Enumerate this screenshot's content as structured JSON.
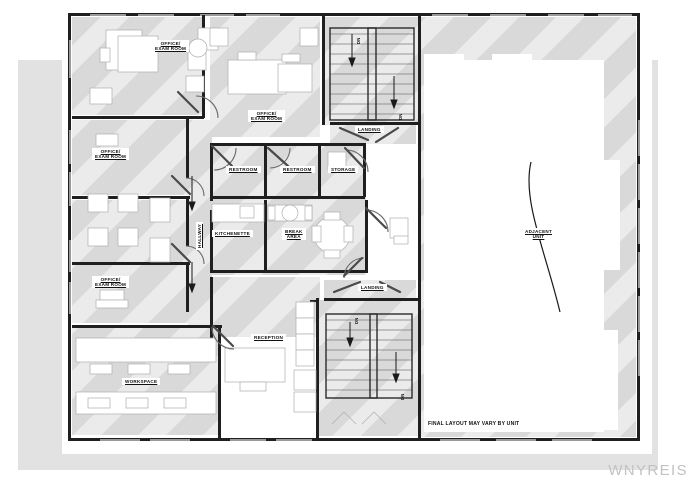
{
  "document": {
    "type": "floor-plan",
    "disclaimer": "FINAL LAYOUT MAY VARY BY UNIT",
    "watermark": "WNYREIS"
  },
  "rooms": [
    {
      "id": "office-exam-1",
      "label": "OFFICE/\nEXAM ROOM",
      "line1": "OFFICE/",
      "line2": "EXAM ROOM"
    },
    {
      "id": "office-exam-2",
      "label": "OFFICE/\nEXAM ROOM",
      "line1": "OFFICE/",
      "line2": "EXAM ROOM"
    },
    {
      "id": "office-exam-3",
      "label": "OFFICE/\nEXAM ROOM",
      "line1": "OFFICE/",
      "line2": "EXAM ROOM"
    },
    {
      "id": "office-exam-4",
      "label": "OFFICE/\nEXAM ROOM",
      "line1": "OFFICE/",
      "line2": "EXAM ROOM"
    },
    {
      "id": "restroom-1",
      "label": "RESTROOM",
      "line1": "RESTROOM",
      "line2": ""
    },
    {
      "id": "restroom-2",
      "label": "RESTROOM",
      "line1": "RESTROOM",
      "line2": ""
    },
    {
      "id": "storage",
      "label": "STORAGE",
      "line1": "STORAGE",
      "line2": ""
    },
    {
      "id": "kitchenette",
      "label": "KITCHENETTE",
      "line1": "KITCHENETTE",
      "line2": ""
    },
    {
      "id": "break-area",
      "label": "BREAK\nAREA",
      "line1": "BREAK",
      "line2": "AREA"
    },
    {
      "id": "reception",
      "label": "RECEPTION",
      "line1": "RECEPTION",
      "line2": ""
    },
    {
      "id": "workspace",
      "label": "WORKSPACE",
      "line1": "WORKSPACE",
      "line2": ""
    },
    {
      "id": "hallway",
      "label": "HALLWAY",
      "line1": "HALLWAY",
      "line2": ""
    },
    {
      "id": "landing-upper",
      "label": "LANDING",
      "line1": "LANDING",
      "line2": ""
    },
    {
      "id": "landing-lower",
      "label": "LANDING",
      "line1": "LANDING",
      "line2": ""
    },
    {
      "id": "adjacent-unit",
      "label": "ADJACENT\nUNIT",
      "line1": "ADJACENT",
      "line2": "UNIT"
    }
  ],
  "labels": {
    "office_exam_1_l1": "OFFICE/",
    "office_exam_1_l2": "EXAM ROOM",
    "office_exam_2_l1": "OFFICE/",
    "office_exam_2_l2": "EXAM ROOM",
    "office_exam_3_l1": "OFFICE/",
    "office_exam_3_l2": "EXAM ROOM",
    "office_exam_4_l1": "OFFICE/",
    "office_exam_4_l2": "EXAM ROOM",
    "restroom_1": "RESTROOM",
    "restroom_2": "RESTROOM",
    "storage": "STORAGE",
    "kitchenette": "KITCHENETTE",
    "break_l1": "BREAK",
    "break_l2": "AREA",
    "reception": "RECEPTION",
    "workspace": "WORKSPACE",
    "hallway": "HALLWAY",
    "landing_upper": "LANDING",
    "landing_lower": "LANDING",
    "adjacent_l1": "ADJACENT",
    "adjacent_l2": "UNIT"
  },
  "stairs": [
    {
      "id": "stair-upper-left",
      "direction": "DN"
    },
    {
      "id": "stair-upper-right",
      "direction": "DN"
    },
    {
      "id": "stair-lower-left",
      "direction": "DN"
    },
    {
      "id": "stair-lower-right",
      "direction": "DN"
    }
  ],
  "direction_markers": {
    "dn": "DN"
  },
  "colors": {
    "wall": "#1f1f1f",
    "floor_fill": "#d9d9d9",
    "sheet": "#ffffff",
    "page_shadow": "#e2e2e2",
    "watermark": "#c2c2c2",
    "furniture_outline": "#b6b6b6"
  }
}
